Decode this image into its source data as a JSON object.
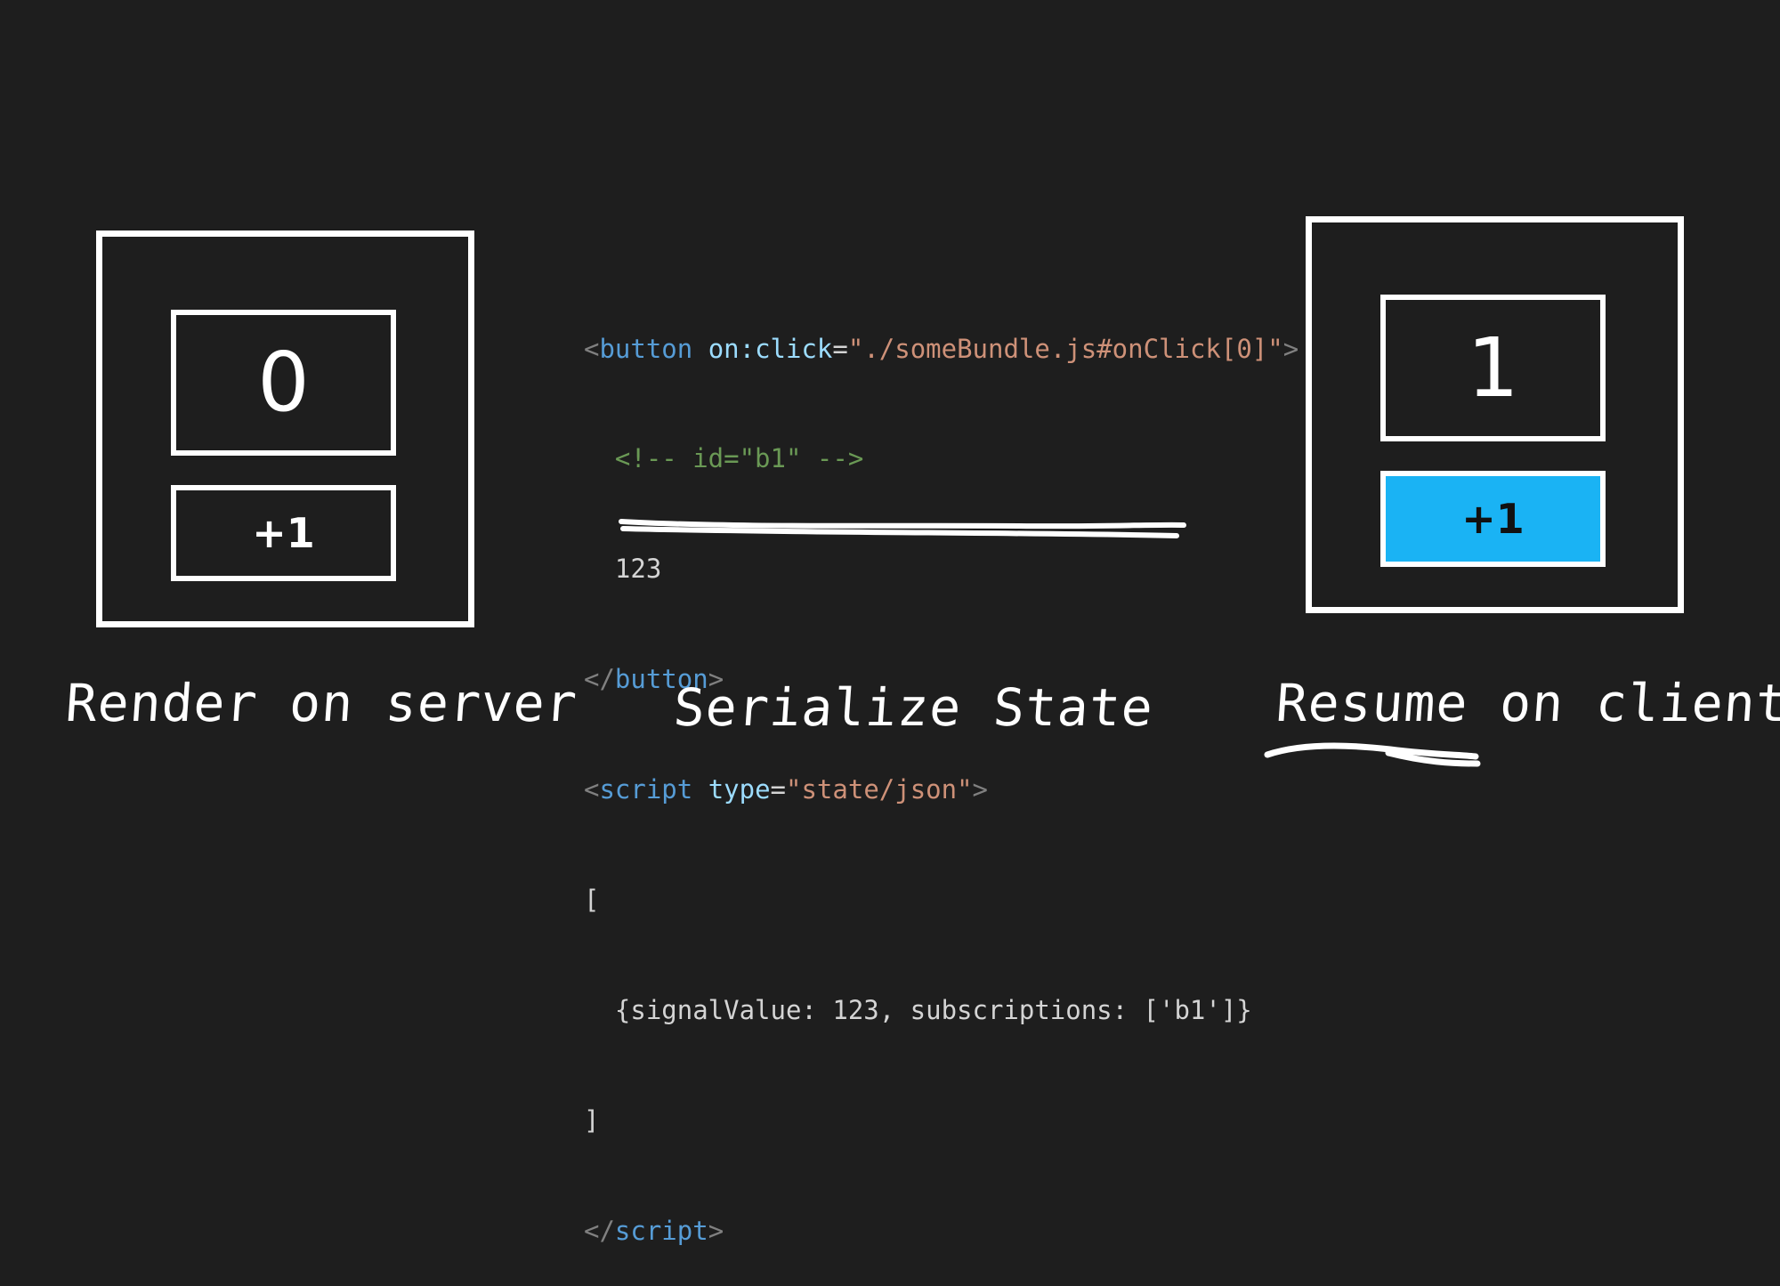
{
  "server_panel": {
    "count": "0",
    "button_label": "+1",
    "caption": "Render on server"
  },
  "client_panel": {
    "count": "1",
    "button_label": "+1",
    "caption_highlight": "Resume",
    "caption_rest": " on client"
  },
  "serialize_panel": {
    "caption": "Serialize State",
    "code": {
      "l1": {
        "open": "<",
        "tag": "button",
        "sp": " ",
        "attr": "on:click",
        "eq": "=",
        "val": "\"./someBundle.js#onClick[0]\"",
        "close": ">"
      },
      "l2": {
        "indent": "  ",
        "comment": "<!-- id=\"b1\" -->"
      },
      "l3": {
        "indent": "  ",
        "text": "123"
      },
      "l4": {
        "open": "</",
        "tag": "button",
        "close": ">"
      },
      "l5": {
        "open": "<",
        "tag": "script",
        "sp": " ",
        "attr": "type",
        "eq": "=",
        "val": "\"state/json\"",
        "close": ">"
      },
      "l6": {
        "text": "["
      },
      "l7": {
        "indent": "  ",
        "text": "{signalValue: 123, subscriptions: ['b1']}"
      },
      "l8": {
        "text": "]"
      },
      "l9": {
        "open": "</",
        "tag": "script",
        "close": ">"
      }
    }
  },
  "colors": {
    "background": "#1e1e1e",
    "active_button": "#1ab3f4",
    "foreground": "#ffffff"
  }
}
